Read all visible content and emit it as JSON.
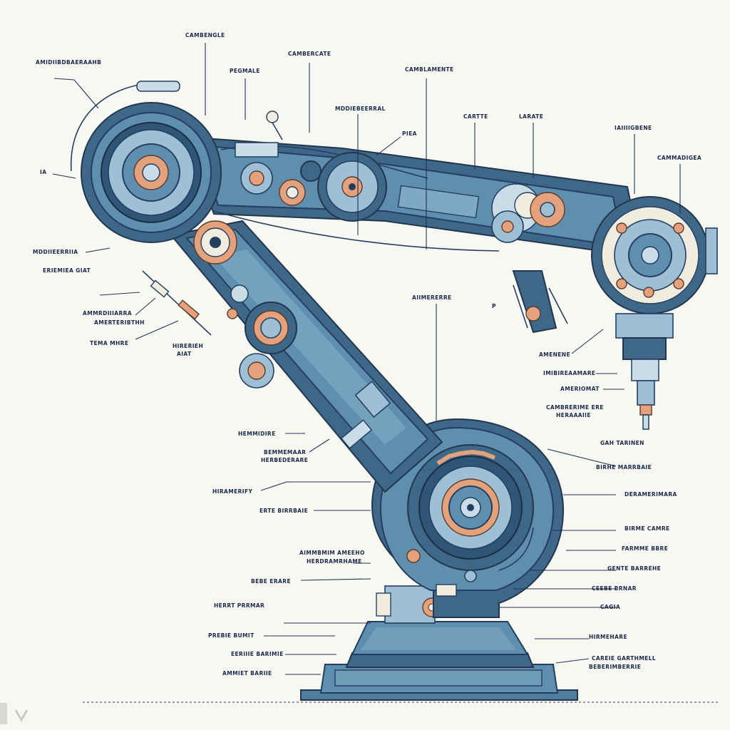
{
  "labels": [
    {
      "id": "l1",
      "text": "CAMBENGLE"
    },
    {
      "id": "l2",
      "text": "AMIDIIBDBAERAAHB"
    },
    {
      "id": "l3",
      "text": "CAMBERCATE"
    },
    {
      "id": "l4",
      "text": "PEGMALE"
    },
    {
      "id": "l5",
      "text": "CAMBLAMENTE"
    },
    {
      "id": "l6",
      "text": "MDDIEBEERRAL"
    },
    {
      "id": "l7",
      "text": "PIEA"
    },
    {
      "id": "l8",
      "text": "CARTTE"
    },
    {
      "id": "l9",
      "text": "LARATE"
    },
    {
      "id": "l10",
      "text": "IAIIIIGBENE"
    },
    {
      "id": "l11",
      "text": "CAMMADIGEA"
    },
    {
      "id": "l12",
      "text": "IA"
    },
    {
      "id": "l13",
      "text": "MDDIIEERRIIA"
    },
    {
      "id": "l14",
      "text": "ERIEMIEA GIAT"
    },
    {
      "id": "l15",
      "text": "AMMRDIIIARRA"
    },
    {
      "id": "l16",
      "text": "AMERTERIBTHH"
    },
    {
      "id": "l17",
      "text": "CAGIA"
    },
    {
      "id": "l18",
      "text": "TEMA MHRE"
    },
    {
      "id": "l19",
      "text": "HIRERIEH"
    },
    {
      "id": "l20",
      "text": "AIAT"
    },
    {
      "id": "l21",
      "text": "AIIMERERRE"
    },
    {
      "id": "l22",
      "text": "P"
    },
    {
      "id": "l23",
      "text": "AMENENE"
    },
    {
      "id": "l24",
      "text": "IMIBIREAAMARE"
    },
    {
      "id": "l25",
      "text": "AMERIOMAT"
    },
    {
      "id": "l26",
      "text": "CAMBRERIME ERE"
    },
    {
      "id": "l27",
      "text": "HERAAAIIE"
    },
    {
      "id": "l28",
      "text": "HEMMIDIRE"
    },
    {
      "id": "l29",
      "text": "BEMMEMAAR"
    },
    {
      "id": "l30",
      "text": "HERBEDERARE"
    },
    {
      "id": "l31",
      "text": "GAH TARINEN"
    },
    {
      "id": "l32",
      "text": "BIRHE MARRBAIE"
    },
    {
      "id": "l33",
      "text": "HIRAMERIFY"
    },
    {
      "id": "l34",
      "text": "ERTE BIRRBAIE"
    },
    {
      "id": "l35",
      "text": "DERAMERIMARA"
    },
    {
      "id": "l36",
      "text": "BIRME CAMRE"
    },
    {
      "id": "l37",
      "text": "AIMMBMIM AMEEHO"
    },
    {
      "id": "l38",
      "text": "HERDRAMRHAME"
    },
    {
      "id": "l39",
      "text": "FARMME BBRE"
    },
    {
      "id": "l40",
      "text": "BEBE ERARE"
    },
    {
      "id": "l41",
      "text": "GENTE BARREHE"
    },
    {
      "id": "l42",
      "text": "HERRT PRRMAR"
    },
    {
      "id": "l43",
      "text": "CEEBE BRNAR"
    },
    {
      "id": "l44",
      "text": "HIRMEHARE"
    },
    {
      "id": "l45",
      "text": "PREBIE BUMIT"
    },
    {
      "id": "l46",
      "text": "EERIIIE BARIMIE"
    },
    {
      "id": "l47",
      "text": "AMMIET BARIIE"
    },
    {
      "id": "l48",
      "text": "BEBERIMBERRIE"
    },
    {
      "id": "l49",
      "text": "CAREIE GARTHMELL"
    }
  ],
  "colors": {
    "background": "#f6f8f1",
    "steel": "#5f8fae",
    "steel_dark": "#3f6788",
    "copper": "#e3a27c",
    "ink": "#1d2a4a"
  }
}
